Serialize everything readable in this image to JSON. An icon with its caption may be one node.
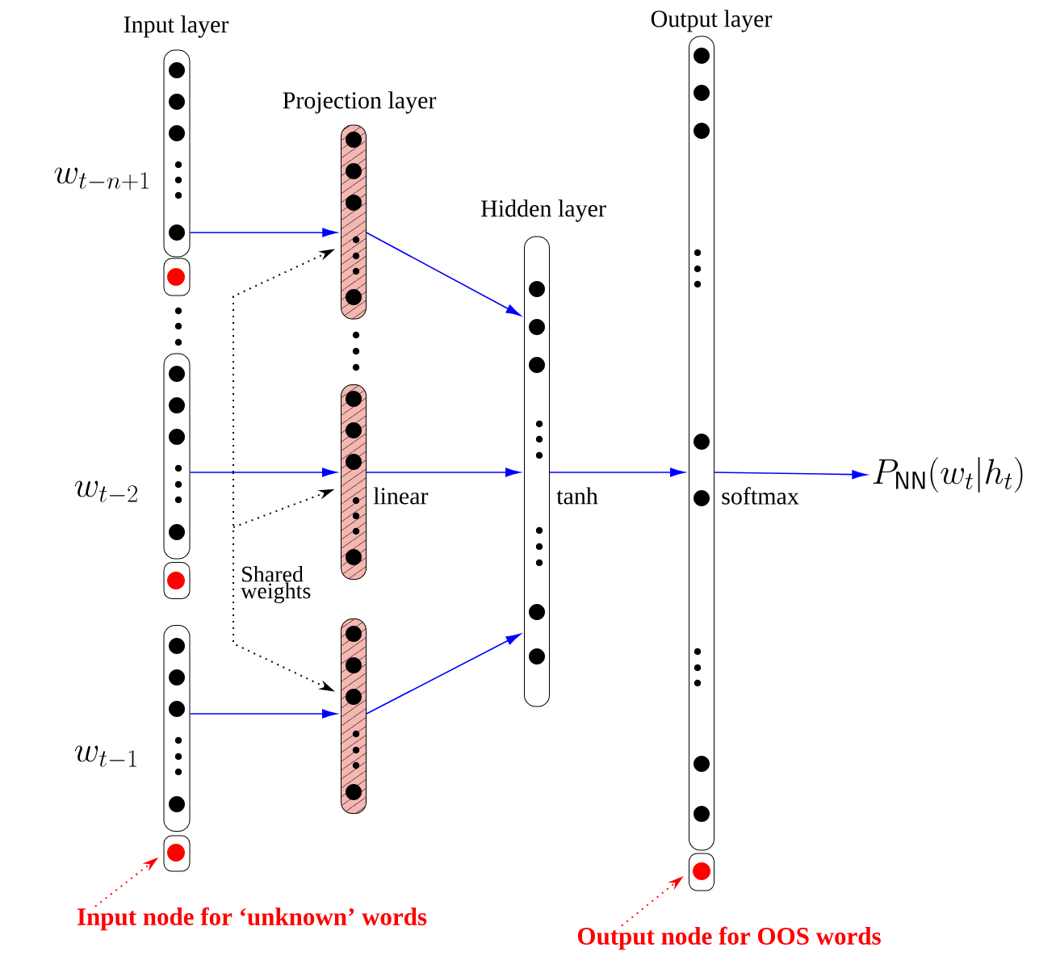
{
  "diagram": {
    "nodes": [
      {
        "text": [],
        "shape": "bar",
        "beside": [
          "w_{t-n+1}",
          "Input layer"
        ]
      },
      {
        "text": [],
        "shape": "box"
      },
      {
        "text": [],
        "shape": "bar",
        "beside": [
          "w_{t-2}"
        ]
      },
      {
        "text": [],
        "shape": "box"
      },
      {
        "text": [],
        "shape": "bar",
        "beside": [
          "w_{t-1}"
        ]
      },
      {
        "text": [],
        "shape": "box"
      },
      {
        "text": [],
        "shape": "bar",
        "beside": [
          "Projection layer"
        ]
      },
      {
        "text": [],
        "shape": "bar"
      },
      {
        "text": [],
        "shape": "bar"
      },
      {
        "text": [],
        "shape": "bar",
        "beside": [
          "Hidden layer"
        ]
      },
      {
        "text": [],
        "shape": "bar",
        "beside": [
          "Output layer"
        ]
      },
      {
        "text": [],
        "shape": "box"
      },
      {
        "text": [
          "Input node for ‘unknown’ words"
        ]
      },
      {
        "text": [
          "Output node for OOS words"
        ]
      },
      {
        "text": [
          "P_{\\mathsf{NN}}(w_t|h_t)"
        ]
      }
    ],
    "edges": [
      {
        "from": 0,
        "to": 6,
        "arrow": "to"
      },
      {
        "from": 2,
        "to": 7,
        "arrow": "to"
      },
      {
        "from": 4,
        "to": 8,
        "arrow": "to"
      },
      {
        "from": 6,
        "to": 9,
        "arrow": "to"
      },
      {
        "from": 7,
        "to": 9,
        "arrow": "to",
        "label": "linear"
      },
      {
        "from": 8,
        "to": 9,
        "arrow": "to"
      },
      {
        "from": 9,
        "to": 10,
        "arrow": "to",
        "label": "tanh"
      },
      {
        "from": 10,
        "to": 14,
        "arrow": "to",
        "label": "softmax"
      },
      {
        "from": null,
        "to": 6,
        "arrow": "to",
        "style": "dashed",
        "color": "#000000"
      },
      {
        "from": null,
        "to": 7,
        "arrow": "to",
        "style": "dashed",
        "color": "#000000"
      },
      {
        "from": null,
        "to": 8,
        "arrow": "to",
        "style": "dashed",
        "color": "#000000"
      },
      {
        "from": 12,
        "to": 5,
        "arrow": "to",
        "style": "dashed",
        "color": "#ff0000"
      },
      {
        "from": 13,
        "to": 11,
        "arrow": "to",
        "style": "dashed",
        "color": "#ff0000"
      }
    ],
    "labels": [
      "Shared weights"
    ]
  }
}
